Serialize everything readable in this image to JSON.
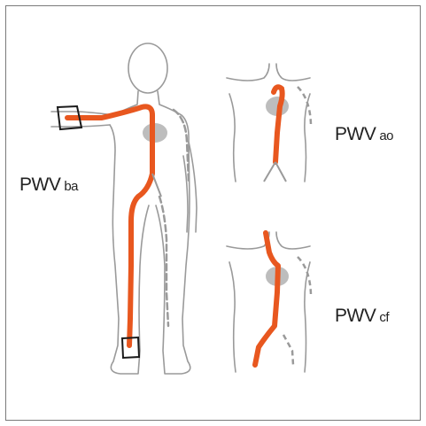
{
  "labels": {
    "ba": {
      "main": "PWV",
      "sub": "ba"
    },
    "ao": {
      "main": "PWV",
      "sub": "ao"
    },
    "cf": {
      "main": "PWV",
      "sub": "cf"
    }
  },
  "colors": {
    "artery": "#e8571f",
    "outline": "#9a9a9a",
    "heart": "#bdbdbd",
    "cuff": "#1a1a1a",
    "frame": "#7a7a7a"
  }
}
